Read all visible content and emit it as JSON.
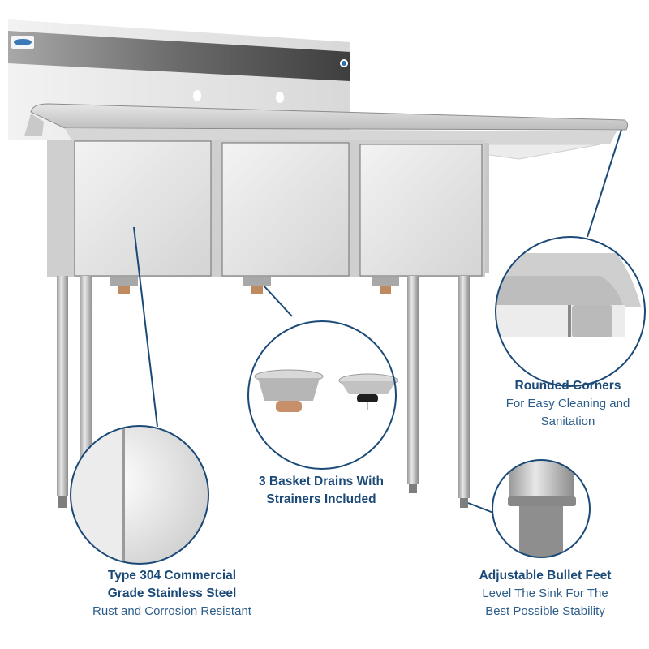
{
  "product": {
    "brand_logo": "koolmore-logo",
    "subject": "3-compartment stainless steel sink with right drainboard"
  },
  "colors": {
    "callout_line": "#1b4a78",
    "title_text": "#1b4a78",
    "subtitle_text": "#2c5d8a",
    "background": "#ffffff"
  },
  "callouts": [
    {
      "id": "rounded-corners",
      "title": "Rounded Corners",
      "subtitle_lines": [
        "For Easy Cleaning and",
        "Sanitation"
      ]
    },
    {
      "id": "basket-drains",
      "title_lines": [
        "3 Basket Drains With",
        "Strainers Included"
      ]
    },
    {
      "id": "stainless-steel",
      "title_lines": [
        "Type 304 Commercial",
        "Grade Stainless Steel"
      ],
      "subtitle": "Rust and Corrosion Resistant"
    },
    {
      "id": "bullet-feet",
      "title": "Adjustable Bullet Feet",
      "subtitle_lines": [
        "Level The Sink For The",
        "Best Possible Stability"
      ]
    }
  ]
}
